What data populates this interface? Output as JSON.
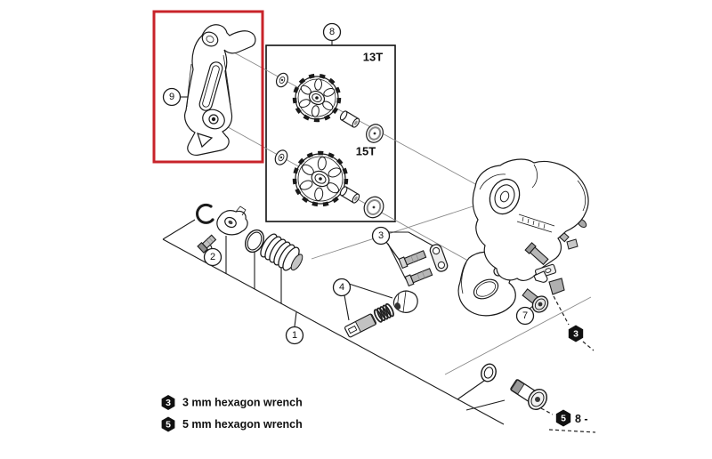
{
  "diagram": {
    "torque_partial_label": "8 -"
  },
  "callouts": {
    "c1": "1",
    "c2": "2",
    "c3": "3",
    "c4": "4",
    "c7": "7",
    "c8": "8",
    "c9": "9"
  },
  "hex_markers": {
    "h3": "3",
    "h5": "5"
  },
  "pulleys": [
    {
      "label": "13T",
      "teeth": 13
    },
    {
      "label": "15T",
      "teeth": 15
    }
  ],
  "legend": {
    "items": [
      {
        "symbol": "3",
        "text": "3 mm hexagon wrench"
      },
      {
        "symbol": "5",
        "text": "5 mm hexagon wrench"
      }
    ]
  },
  "colors": {
    "highlight_red": "#c8232a",
    "line": "#1b1b1b",
    "metal_gray": "#b7b7b7"
  }
}
